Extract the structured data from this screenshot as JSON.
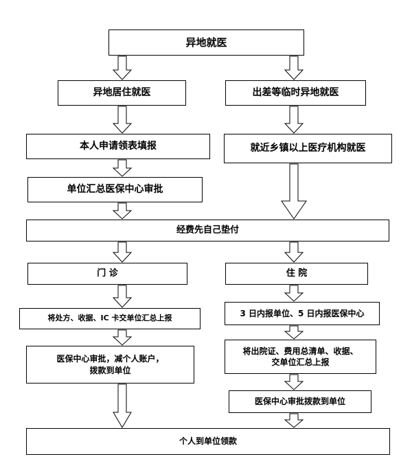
{
  "flowchart": {
    "top": "异地就医",
    "branch_residence": "异地居住就医",
    "branch_travel": "出差等临时异地就医",
    "apply_form": "本人申请领表填报",
    "nearby_hospital": "就近乡镇以上医疗机构就医",
    "unit_approval": "单位汇总医保中心审批",
    "self_pay": "经费先自己垫付",
    "outpatient": "门    诊",
    "inpatient": "住    院",
    "outpatient_report": "将处方、收据、IC 卡交单位汇总上报",
    "inpatient_notice": "3 日内报单位、5 日内报医保中心",
    "outpatient_review": "医保中心审批，减个人账户，\n拨款到单位",
    "inpatient_report": "将出院证、费用总清单、收据、\n交单位汇总上报",
    "inpatient_review": "医保中心审批拨款到单位",
    "final": "个人到单位领款"
  }
}
